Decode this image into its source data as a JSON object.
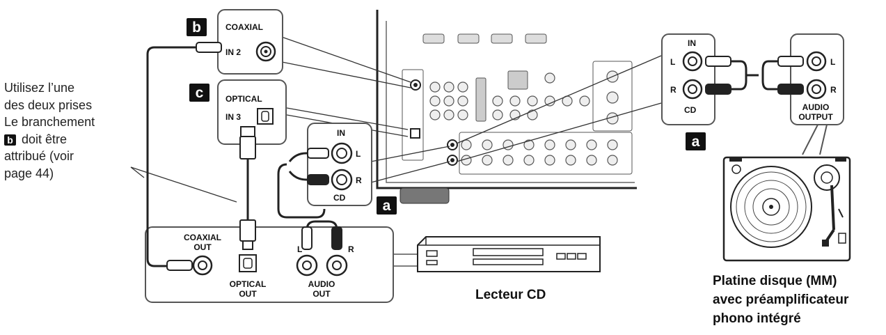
{
  "note": {
    "line1": "Utilisez l’une",
    "line2": "des deux prises",
    "line3": "Le branchement",
    "line4_badge": "b",
    "line4_text": " doit être",
    "line5": "attribué (voir",
    "line6": "page 44)"
  },
  "badges": {
    "b": "b",
    "c": "c",
    "a1": "a",
    "a2": "a"
  },
  "receiver_panels": {
    "coaxial_title": "COAXIAL",
    "coaxial_in": "IN 2",
    "optical_title": "OPTICAL",
    "optical_in": "IN 3",
    "cd_in_title": "IN",
    "cd_l": "L",
    "cd_r": "R",
    "cd_name": "CD"
  },
  "turntable_panel": {
    "in_title": "IN",
    "l": "L",
    "r": "R",
    "cd": "CD",
    "out_l": "L",
    "out_r": "R",
    "audio_output_line1": "AUDIO",
    "audio_output_line2": "OUTPUT"
  },
  "cd_player_panel": {
    "coaxial_out_line1": "COAXIAL",
    "coaxial_out_line2": "OUT",
    "optical_out_line1": "OPTICAL",
    "optical_out_line2": "OUT",
    "audio_out_line1": "AUDIO",
    "audio_out_line2": "OUT",
    "l": "L",
    "r": "R"
  },
  "captions": {
    "cd_player": "Lecteur CD",
    "turntable_line1": "Platine disque (MM)",
    "turntable_line2": "avec préamplificateur",
    "turntable_line3": "phono intégré"
  }
}
